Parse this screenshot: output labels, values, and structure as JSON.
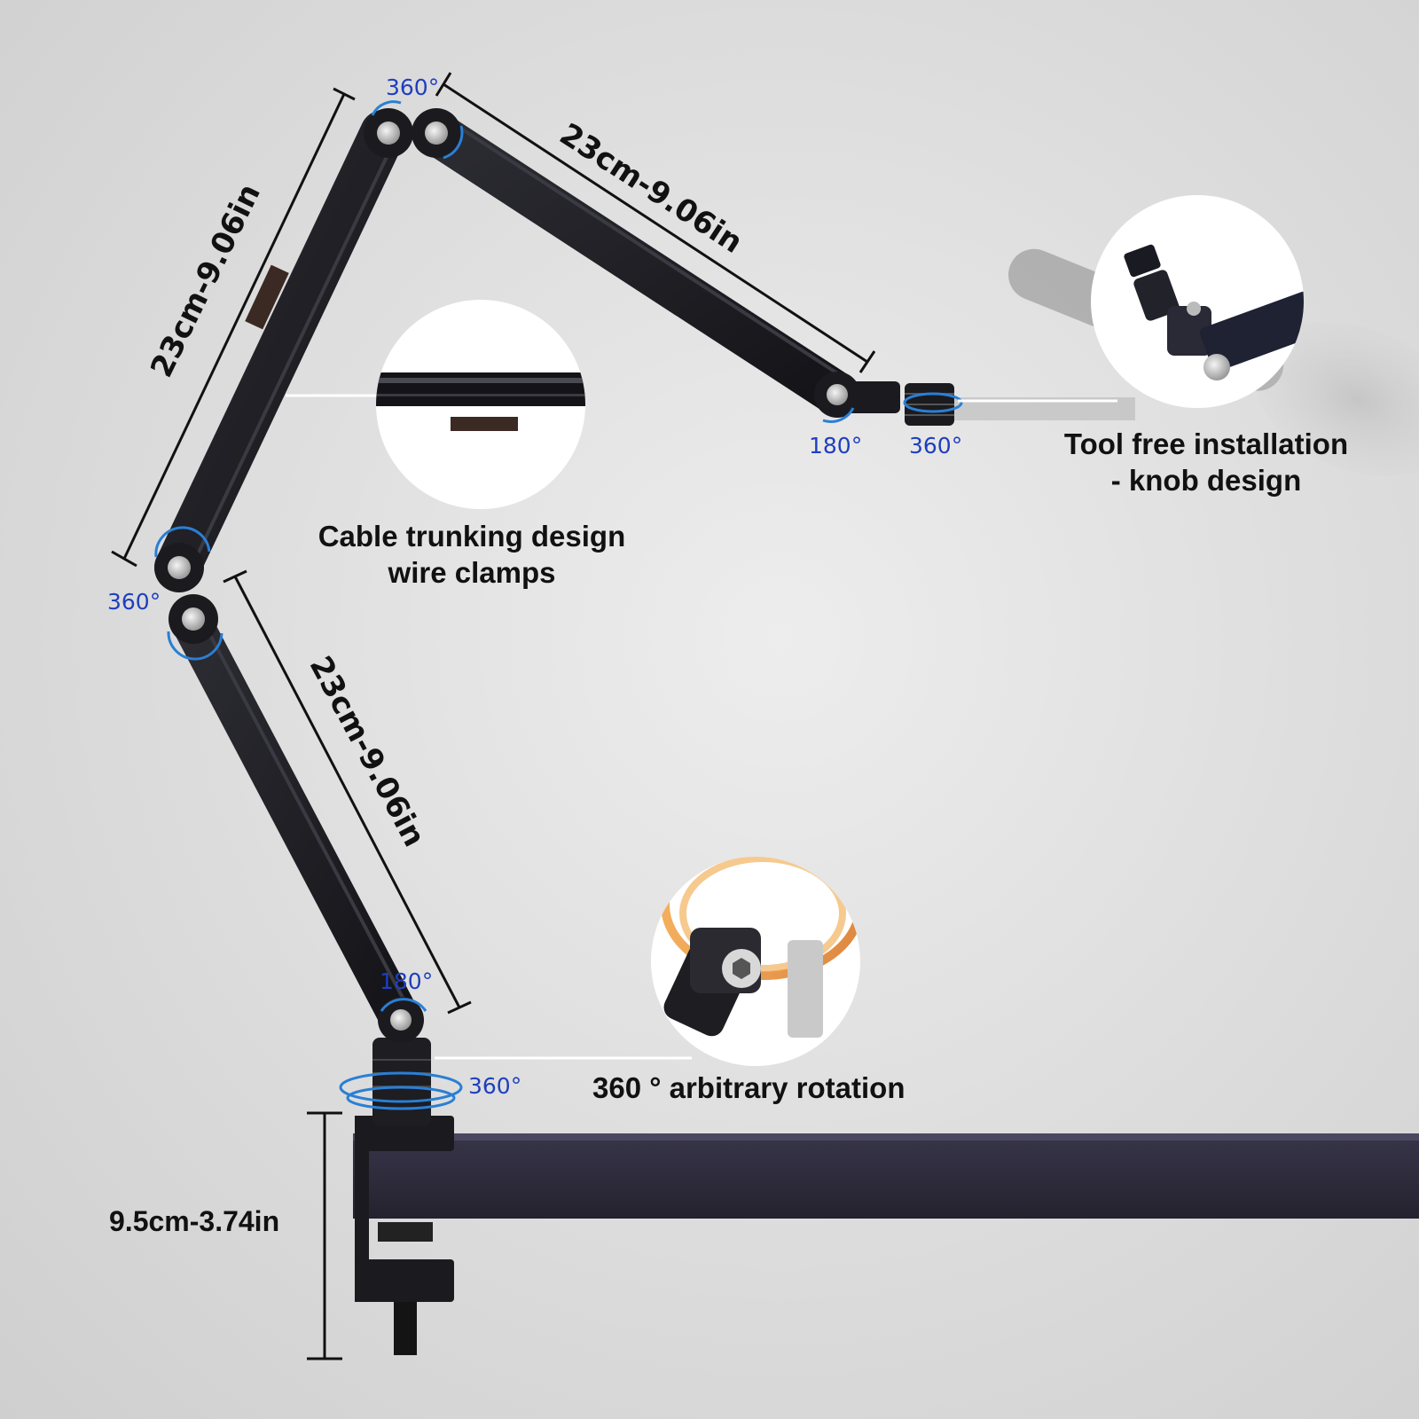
{
  "labels": {
    "arm_length_upper": "23cm-9.06in",
    "arm_length_middle": "23cm-9.06in",
    "arm_length_lower": "23cm-9.06in",
    "clamp_height": "9.5cm-3.74in",
    "cable_caption_line1": "Cable trunking design",
    "cable_caption_line2": "wire clamps",
    "tool_free_line1": "Tool free installation",
    "tool_free_line2": "- knob design",
    "rotation_caption": "360 ° arbitrary rotation"
  },
  "angles": {
    "top_joint": "360°",
    "left_joint": "360°",
    "tip_joint": "180°",
    "tip_mount": "360°",
    "base_joint": "180°",
    "base_swivel": "360°"
  },
  "colors": {
    "arm": "#1f1f24",
    "desk": "#2e2b3f",
    "accent_blue": "#2a7fd4",
    "label_blue": "#1f3fbf",
    "orange": "#e8892a"
  }
}
